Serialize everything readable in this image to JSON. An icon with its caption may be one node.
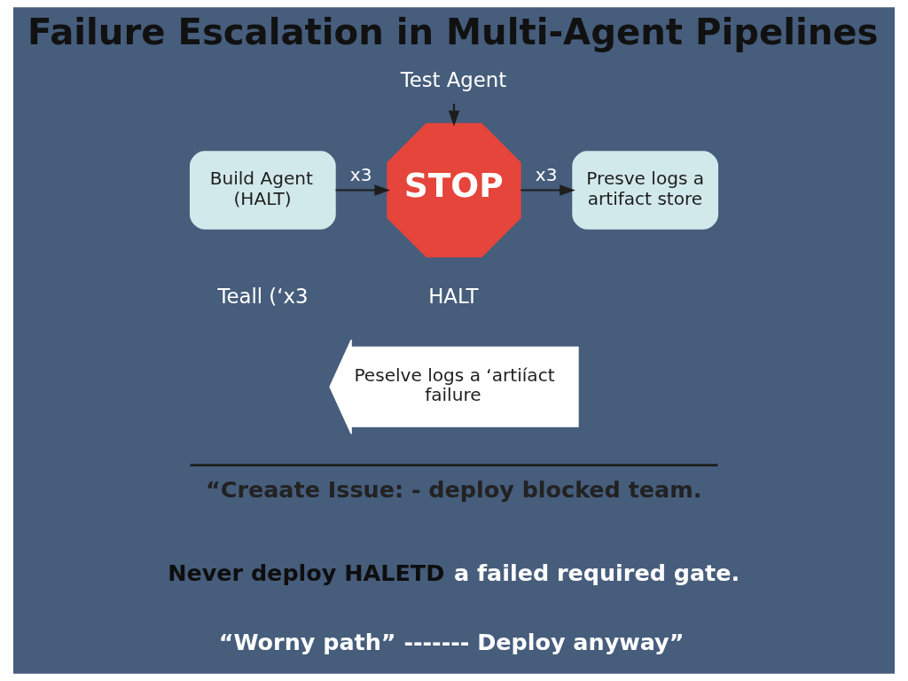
{
  "diagram": {
    "title": "Failure Escalation in Multi-Agent Pipelines",
    "nodes": [
      {
        "text": [
          "Build Agent (HALT)"
        ],
        "beside": [
          "Teall (‘x3"
        ]
      },
      {
        "text": [
          "Test Agent"
        ]
      },
      {
        "text": [
          "STOP"
        ],
        "beside": [
          "HALT"
        ]
      },
      {
        "text": [
          "Presve logs a artifact store"
        ]
      },
      {
        "text": [
          "Peselve logs a ‘artiíact failure"
        ]
      }
    ],
    "edges": [
      {
        "from": 0,
        "to": 2,
        "arrow": "to",
        "label": "x3"
      },
      {
        "from": 1,
        "to": 2,
        "arrow": "to"
      },
      {
        "from": 2,
        "to": 3,
        "arrow": "to",
        "label": "x3"
      }
    ],
    "labels": [
      "“Creaate Issue: - deploy blocked team.",
      "Never deploy HALETD",
      "a failed required gate.",
      "“Worny path” ------- Deploy anyway”"
    ]
  }
}
